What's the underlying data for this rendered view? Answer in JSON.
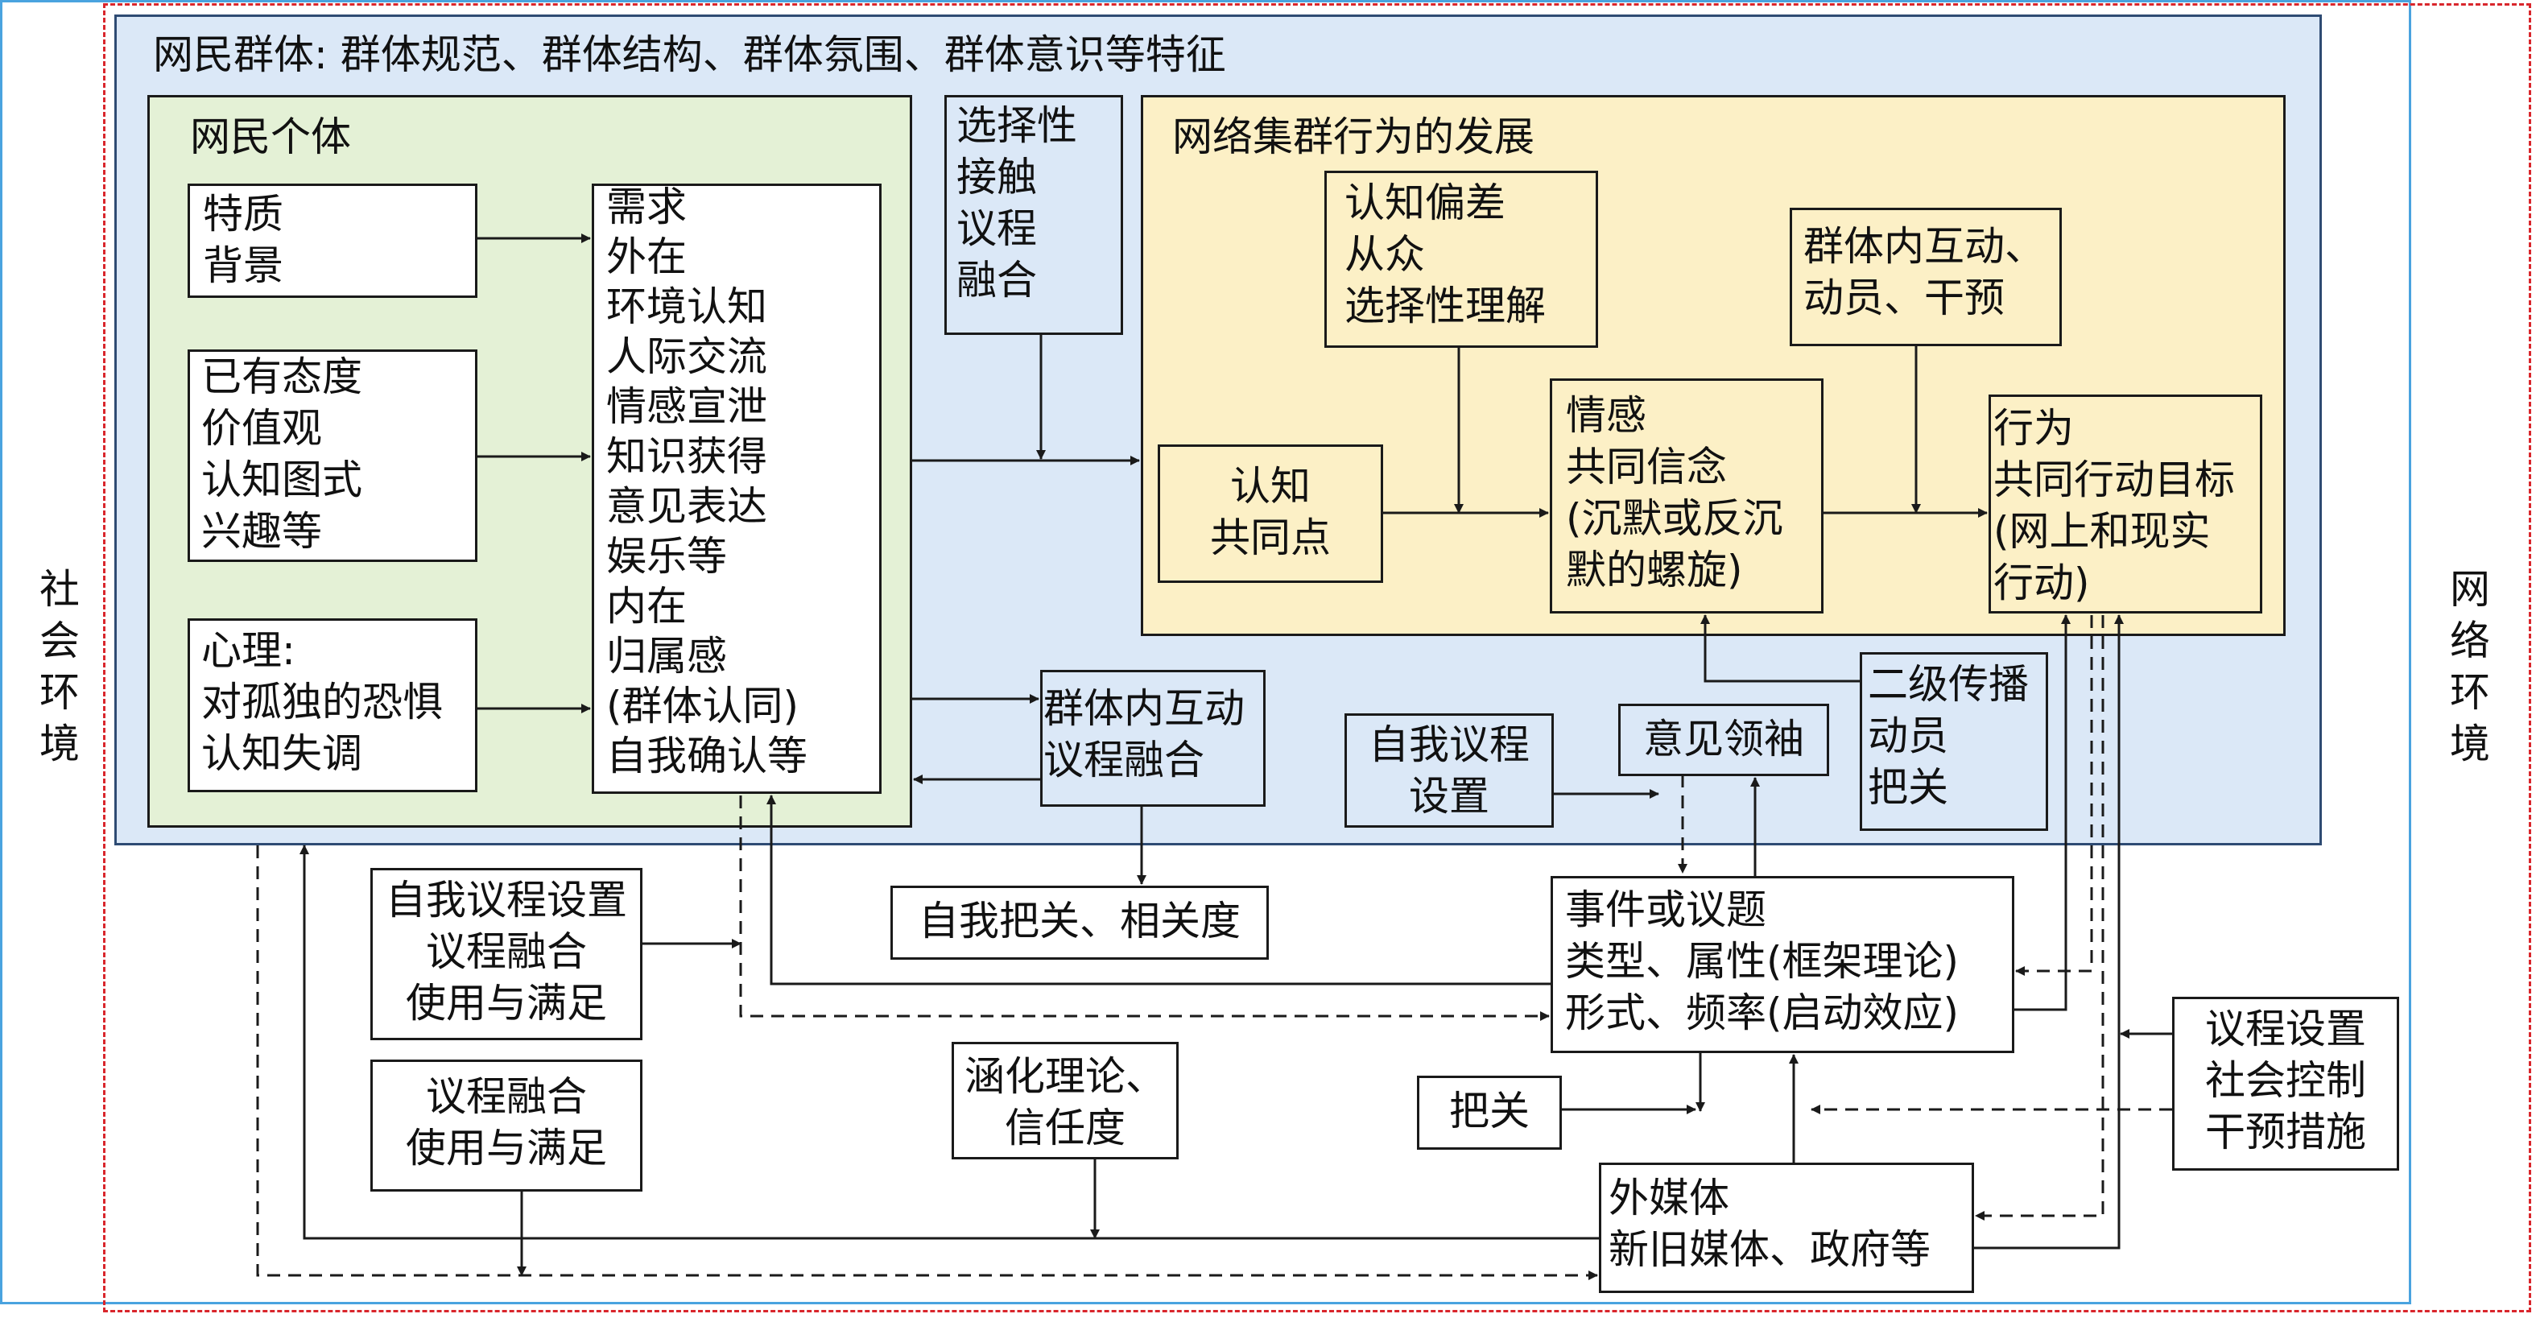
{
  "outer_env": {
    "left_label": "社会环境",
    "right_label": "网络环境"
  },
  "group": {
    "title": "网民群体: 群体规范、群体结构、群体氛围、群体意识等特征"
  },
  "individual": {
    "title": "网民个体",
    "traits": [
      "特质",
      "背景"
    ],
    "attitudes": [
      "已有态度",
      "价值观",
      "认知图式",
      "兴趣等"
    ],
    "psychology": [
      "心理:",
      "对孤独的恐惧",
      "认知失调"
    ],
    "needs": [
      "需求",
      "外在",
      "环境认知",
      "人际交流",
      "情感宣泄",
      "知识获得",
      "意见表达",
      "娱乐等",
      "内在",
      "归属感",
      "(群体认同)",
      "自我确认等"
    ]
  },
  "selective": [
    "选择性",
    "接触",
    "议程",
    "融合"
  ],
  "development": {
    "title": "网络集群行为的发展",
    "bias": [
      "认知偏差",
      "从众",
      "选择性理解"
    ],
    "group_interaction": [
      "群体内互动、",
      "动员、干预"
    ],
    "cognition": [
      "认知",
      "共同点"
    ],
    "emotion": [
      "情感",
      "共同信念",
      "(沉默或反沉",
      "默的螺旋)"
    ],
    "behavior": [
      "行为",
      "共同行动目标",
      "(网上和现实",
      "行动)"
    ]
  },
  "middle": {
    "group_agenda": [
      "群体内互动",
      "议程融合"
    ],
    "self_agenda": [
      "自我议程",
      "设置"
    ],
    "opinion_leader": "意见领袖",
    "second_level": [
      "二级传播",
      "动员",
      "把关"
    ]
  },
  "lower": {
    "self_gatekeeping": "自我把关、相关度",
    "event": [
      "事件或议题",
      "类型、属性(框架理论)",
      "形式、频率(启动效应)"
    ],
    "agenda_setting_left": [
      "自我议程设置",
      "议程融合",
      "使用与满足"
    ],
    "uses_gratifications": [
      "议程融合",
      "使用与满足"
    ],
    "cultivation": [
      "涵化理论、",
      "信任度"
    ],
    "gatekeeping": "把关",
    "external_media": [
      "外媒体",
      "新旧媒体、政府等"
    ],
    "control": [
      "议程设置",
      "社会控制",
      "干预措施"
    ]
  },
  "colors": {
    "outer_dashed": "#d9262c",
    "inner_solid_border": "#4aa3df",
    "group_fill": "#dbe8f7",
    "group_border": "#2e4b73",
    "individual_fill": "#e4f1d6",
    "development_fill": "#fcf0c6"
  }
}
